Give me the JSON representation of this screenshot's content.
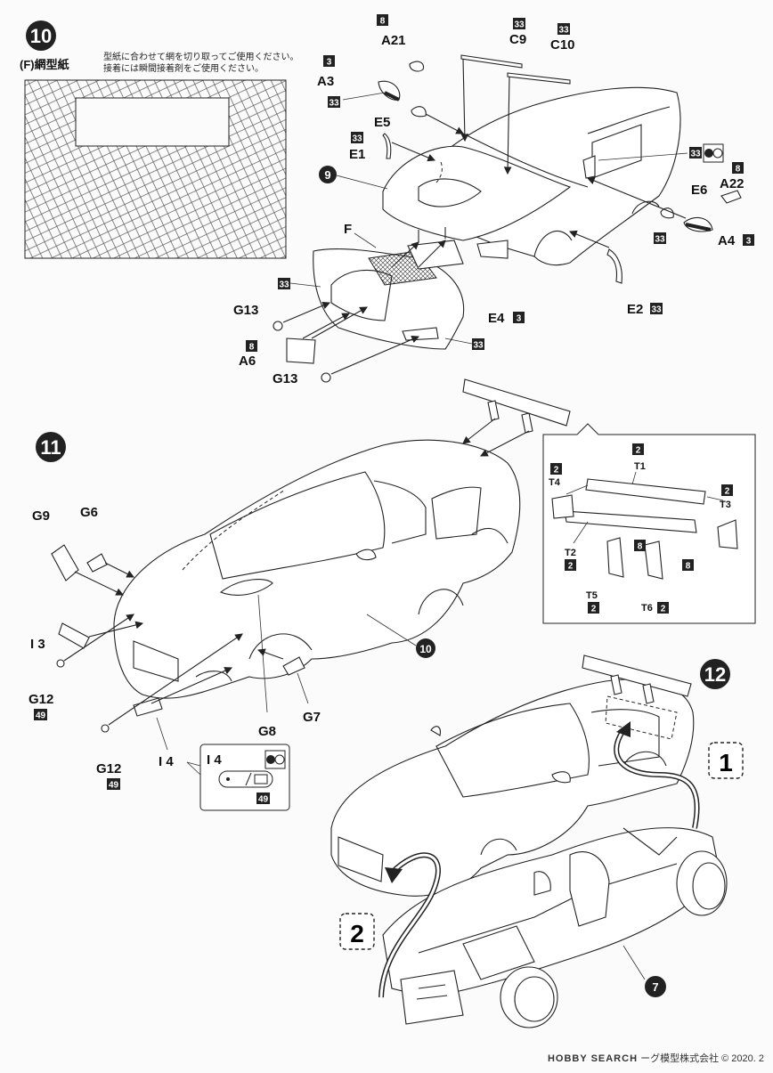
{
  "steps": [
    {
      "number": "10",
      "sub_callout": "9"
    },
    {
      "number": "11",
      "sub_callout": "10"
    },
    {
      "number": "12",
      "sub_callout": "7",
      "boxed": [
        "1",
        "2"
      ]
    }
  ],
  "mesh_template": {
    "title": "(F)網型紙",
    "note_line1": "型紙に合わせて網を切り取ってご使用ください。",
    "note_line2": "接着には瞬間接着剤をご使用ください。"
  },
  "step10_labels": {
    "A21": "A21",
    "C9": "C9",
    "C10": "C10",
    "A3": "A3",
    "E5": "E5",
    "E1": "E1",
    "F": "F",
    "E6": "E6",
    "A22": "A22",
    "A4": "A4",
    "E2": "E2",
    "E4": "E4",
    "G13a": "G13",
    "G13b": "G13",
    "A6": "A6"
  },
  "step11_labels": {
    "G9": "G9",
    "G6": "G6",
    "I3": "I 3",
    "G12a": "G12",
    "G12b": "G12",
    "I4": "I 4",
    "I4_detail": "I 4",
    "G8": "G8",
    "G7": "G7",
    "T1": "T1",
    "T2": "T2",
    "T3": "T3",
    "T4": "T4",
    "T5": "T5",
    "T6": "T6"
  },
  "color_badges": {
    "b2": "2",
    "b3": "3",
    "b8": "8",
    "b33": "33",
    "b49": "49"
  },
  "footer": {
    "brand": "HOBBY SEARCH",
    "copyright": "ーグ模型株式会社 © 2020. 2"
  }
}
